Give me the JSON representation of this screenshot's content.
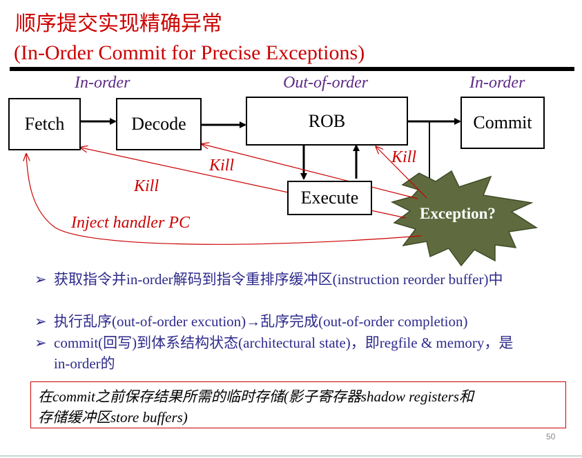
{
  "slide": {
    "title_cn": "顺序提交实现精确异常",
    "title_en": "(In-Order Commit for Precise  Exceptions)",
    "stage_labels": {
      "in_order_left": "In-order",
      "out_of_order": "Out-of-order",
      "in_order_right": "In-order"
    },
    "blocks": {
      "fetch": "Fetch",
      "decode": "Decode",
      "rob": "ROB",
      "commit": "Commit",
      "execute": "Execute",
      "exception": "Exception?"
    },
    "kill_labels": [
      "Kill",
      "Kill",
      "Kill"
    ],
    "inject_label": "Inject handler PC",
    "bullets": [
      "获取指令并in-order解码到指令重排序缓冲区(instruction  reorder buffer)中",
      "执行乱序(out-of-order excution)→乱序完成(out-of-order completion)",
      "commit(回写)到体系结构状态(architectural state)，即regfile & memory，是in-order的"
    ],
    "bullet_marker": "➢",
    "note": "在commit之前保存结果所需的临时存储(影子寄存器shadow registers和存储缓冲区store buffers)",
    "page_number": "50",
    "colors": {
      "title": "#cc0000",
      "stage": "#5b2a86",
      "kill": "#cc0000",
      "bullet": "#2e2a8c",
      "starburst": "#5f6b3f"
    }
  }
}
